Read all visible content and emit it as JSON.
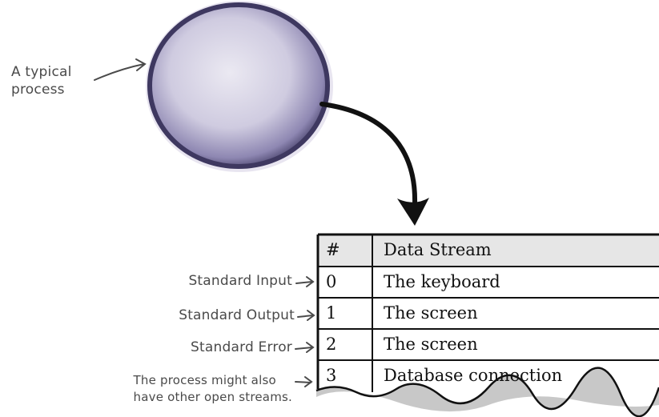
{
  "process_label": [
    "A typical",
    "process"
  ],
  "table": {
    "headers": [
      "#",
      "Data Stream"
    ],
    "rows": [
      {
        "num": "0",
        "stream": "The keyboard",
        "annotation": "Standard Input"
      },
      {
        "num": "1",
        "stream": "The screen",
        "annotation": "Standard Output"
      },
      {
        "num": "2",
        "stream": "The screen",
        "annotation": "Standard Error"
      },
      {
        "num": "3",
        "stream": "Database connection",
        "annotation": [
          "The process might also",
          "have other open streams."
        ]
      }
    ]
  },
  "colors": {
    "circle_fill": "#c9c6db",
    "circle_edge": "#3e3860",
    "header_fill": "#e6e6e6",
    "ink": "#111111",
    "annotation_ink": "#4a4a4a"
  }
}
